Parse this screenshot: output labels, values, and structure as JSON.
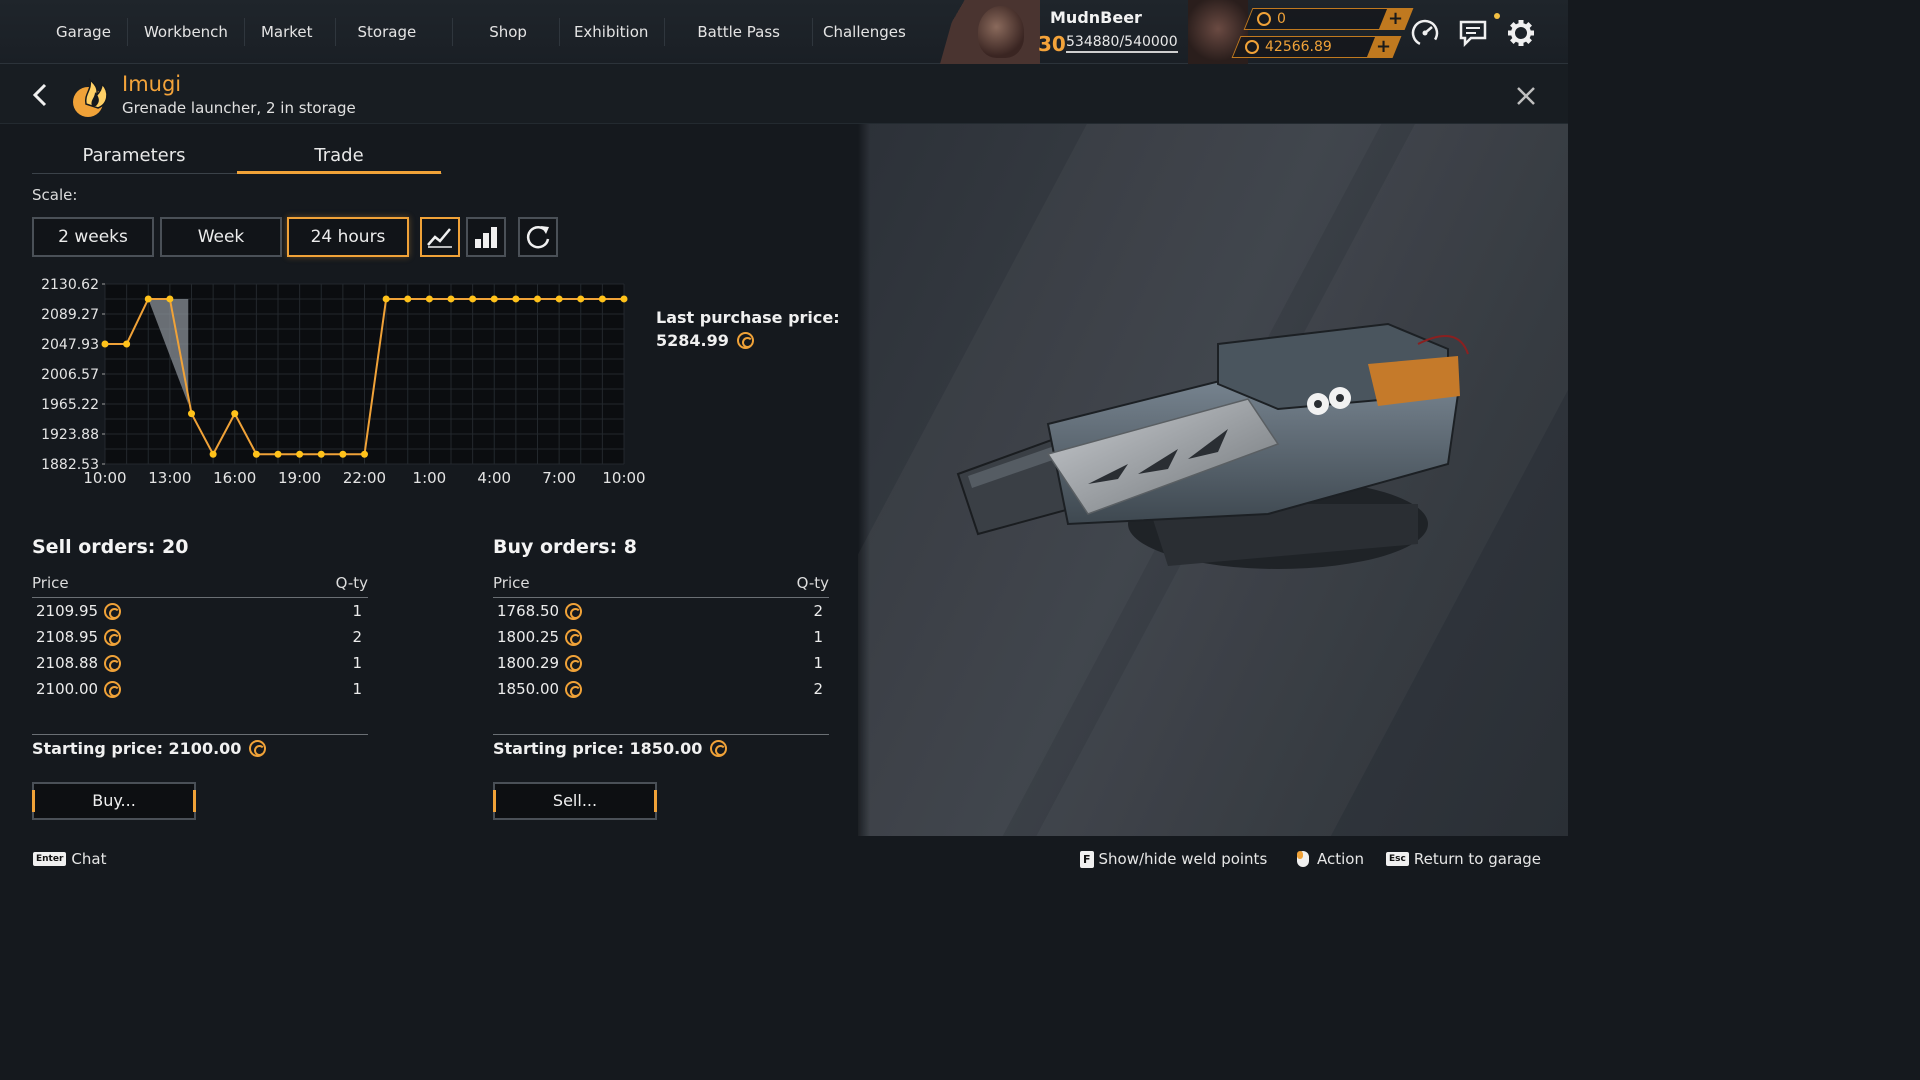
{
  "nav": {
    "items": [
      {
        "label": "Garage"
      },
      {
        "label": "Workbench"
      },
      {
        "label": "Market"
      },
      {
        "label": "Storage"
      },
      {
        "label": "Shop"
      },
      {
        "label": "Exhibition"
      },
      {
        "label": "Battle Pass"
      },
      {
        "label": "Challenges"
      }
    ]
  },
  "player": {
    "name": "MudnBeer",
    "level": "30",
    "xp": "534880/540000"
  },
  "currencies": [
    {
      "value": "0",
      "icon": "coin-icon",
      "color": "#f0a238"
    },
    {
      "value": "42566.89",
      "icon": "coin-icon",
      "color": "#f0a238"
    }
  ],
  "top_icons": [
    "speedometer-icon",
    "chat-bubble-icon",
    "gear-icon"
  ],
  "item": {
    "name": "Imugi",
    "subtitle": "Grenade launcher, 2 in storage",
    "icon": "flame-rarity-icon"
  },
  "tabs": [
    {
      "label": "Parameters",
      "active": false
    },
    {
      "label": "Trade",
      "active": true
    }
  ],
  "scale": {
    "label": "Scale:",
    "options": [
      {
        "label": "2 weeks",
        "active": false
      },
      {
        "label": "Week",
        "active": false
      },
      {
        "label": "24 hours",
        "active": true
      }
    ],
    "modes": [
      {
        "icon": "line-chart-icon",
        "active": true
      },
      {
        "icon": "bar-chart-icon",
        "active": false
      },
      {
        "icon": "refresh-icon",
        "active": false
      }
    ]
  },
  "chart_data": {
    "type": "line",
    "title": "",
    "xlabel": "",
    "ylabel": "",
    "x_ticks": [
      "10:00",
      "13:00",
      "16:00",
      "19:00",
      "22:00",
      "1:00",
      "4:00",
      "7:00",
      "10:00"
    ],
    "y_ticks": [
      "2130.62",
      "2089.27",
      "2047.93",
      "2006.57",
      "1965.22",
      "1923.88",
      "1882.53"
    ],
    "ylim": [
      1882.53,
      2130.62
    ],
    "x_hours": [
      0,
      1,
      2,
      3,
      4,
      5,
      6,
      7,
      8,
      9,
      10,
      11,
      12,
      13,
      14,
      15,
      16,
      17,
      18,
      19,
      20,
      21,
      22,
      23,
      24
    ],
    "series": [
      {
        "values": [
          2047.93,
          2047.93,
          2110.0,
          2110.0,
          1952.0,
          1896.0,
          1952.0,
          1896.0,
          1896.0,
          1896.0,
          1896.0,
          1896.0,
          1896.0,
          2110.0,
          2110.0,
          2110.0,
          2110.0,
          2110.0,
          2110.0,
          2110.0,
          2110.0,
          2110.0,
          2110.0,
          2110.0,
          2110.0
        ],
        "color": "#f0a238"
      }
    ],
    "band": {
      "color": "#8a8f95",
      "upper": [
        2110.0,
        2110.0
      ],
      "lower": [
        2110.0,
        1965.22
      ],
      "x_hours": [
        2,
        3.85
      ]
    },
    "grid": true,
    "legend": "none"
  },
  "last_purchase": {
    "label": "Last purchase price:",
    "value": "5284.99"
  },
  "sell_orders": {
    "title": "Sell orders: 20",
    "price_header": "Price",
    "qty_header": "Q-ty",
    "rows": [
      {
        "price": "2109.95",
        "qty": "1"
      },
      {
        "price": "2108.95",
        "qty": "2"
      },
      {
        "price": "2108.88",
        "qty": "1"
      },
      {
        "price": "2100.00",
        "qty": "1"
      }
    ],
    "starting_price": "Starting price: 2100.00",
    "action": "Buy..."
  },
  "buy_orders": {
    "title": "Buy orders: 8",
    "price_header": "Price",
    "qty_header": "Q-ty",
    "rows": [
      {
        "price": "1768.50",
        "qty": "2"
      },
      {
        "price": "1800.25",
        "qty": "1"
      },
      {
        "price": "1800.29",
        "qty": "1"
      },
      {
        "price": "1850.00",
        "qty": "2"
      }
    ],
    "starting_price": "Starting price: 1850.00",
    "action": "Sell..."
  },
  "footer": {
    "chat_key": "Enter",
    "chat": "Chat",
    "weld_key": "F",
    "weld": "Show/hide weld points",
    "action_key": "mouse-icon",
    "action": "Action",
    "return_key": "Esc",
    "return": "Return to garage"
  }
}
